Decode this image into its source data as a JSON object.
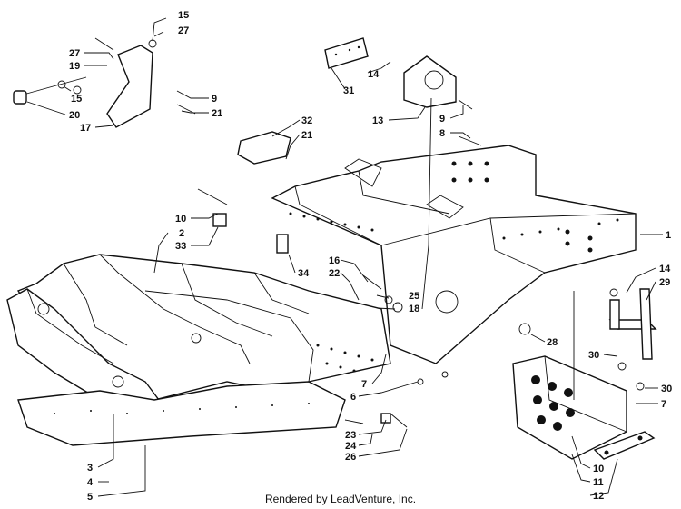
{
  "diagram": {
    "callouts": [
      {
        "id": "c15a",
        "text": "15"
      },
      {
        "id": "c27a",
        "text": "27"
      },
      {
        "id": "c27b",
        "text": "27"
      },
      {
        "id": "c19",
        "text": "19"
      },
      {
        "id": "c15b",
        "text": "15"
      },
      {
        "id": "c9a",
        "text": "9"
      },
      {
        "id": "c20",
        "text": "20"
      },
      {
        "id": "c21a",
        "text": "21"
      },
      {
        "id": "c17",
        "text": "17"
      },
      {
        "id": "c14a",
        "text": "14"
      },
      {
        "id": "c31",
        "text": "31"
      },
      {
        "id": "c13",
        "text": "13"
      },
      {
        "id": "c9b",
        "text": "9"
      },
      {
        "id": "c8",
        "text": "8"
      },
      {
        "id": "c32",
        "text": "32"
      },
      {
        "id": "c21b",
        "text": "21"
      },
      {
        "id": "c1",
        "text": "1"
      },
      {
        "id": "c10a",
        "text": "10"
      },
      {
        "id": "c2",
        "text": "2"
      },
      {
        "id": "c33",
        "text": "33"
      },
      {
        "id": "c34",
        "text": "34"
      },
      {
        "id": "c16",
        "text": "16"
      },
      {
        "id": "c22",
        "text": "22"
      },
      {
        "id": "c25",
        "text": "25"
      },
      {
        "id": "c18",
        "text": "18"
      },
      {
        "id": "c14b",
        "text": "14"
      },
      {
        "id": "c29",
        "text": "29"
      },
      {
        "id": "c28",
        "text": "28"
      },
      {
        "id": "c30a",
        "text": "30"
      },
      {
        "id": "c30b",
        "text": "30"
      },
      {
        "id": "c7a",
        "text": "7"
      },
      {
        "id": "c6",
        "text": "6"
      },
      {
        "id": "c7b",
        "text": "7"
      },
      {
        "id": "c23",
        "text": "23"
      },
      {
        "id": "c24",
        "text": "24"
      },
      {
        "id": "c26",
        "text": "26"
      },
      {
        "id": "c3",
        "text": "3"
      },
      {
        "id": "c4",
        "text": "4"
      },
      {
        "id": "c5",
        "text": "5"
      },
      {
        "id": "c10b",
        "text": "10"
      },
      {
        "id": "c11",
        "text": "11"
      },
      {
        "id": "c12",
        "text": "12"
      }
    ]
  },
  "footer": {
    "text": "Rendered by LeadVenture, Inc."
  }
}
